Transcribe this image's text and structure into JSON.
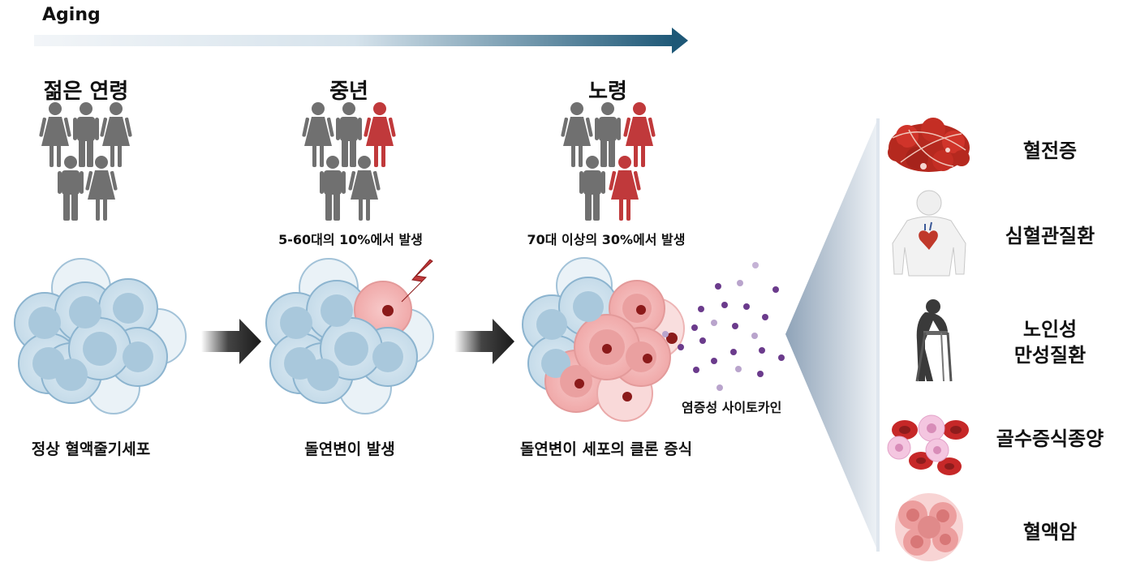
{
  "aging_label": "Aging",
  "stages": [
    {
      "header": "젊은 연령",
      "frequency": "",
      "caption": "정상 혈액줄기세포"
    },
    {
      "header": "중년",
      "frequency": "5-60대의 10%에서 발생",
      "caption": "돌연변이 발생"
    },
    {
      "header": "노령",
      "frequency": "70대 이상의 30%에서 발생",
      "caption": "돌연변이 세포의 클론 증식"
    }
  ],
  "cytokine_label": "염증성 사이토카인",
  "diseases": [
    {
      "label": "혈전증",
      "icon": "thrombus-icon"
    },
    {
      "label": "심혈관질환",
      "icon": "heart-body-icon"
    },
    {
      "label": "노인성\n만성질환",
      "icon": "elderly-walker-icon"
    },
    {
      "label": "골수증식종양",
      "icon": "blood-cells-icon"
    },
    {
      "label": "혈액암",
      "icon": "cancer-cell-icon"
    }
  ],
  "colors": {
    "normal_person": "#707070",
    "affected_person": "#c0393b",
    "normal_cell": "#b9d3e3",
    "mutant_cell": "#f2b3b3",
    "arrow_gradient_end": "#1e5877"
  }
}
